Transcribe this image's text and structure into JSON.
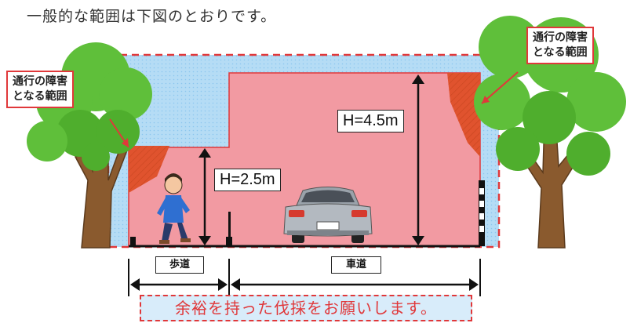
{
  "intro_text": "一般的な範囲は下図のとおりです。",
  "callouts": {
    "left": {
      "line1": "通行の障害",
      "line2": "となる範囲"
    },
    "right": {
      "line1": "通行の障害",
      "line2": "となる範囲"
    }
  },
  "heights": {
    "sidewalk": "H=2.5m",
    "roadway": "H=4.5m"
  },
  "road_labels": {
    "sidewalk": "歩道",
    "roadway": "車道"
  },
  "notice_text": "余裕を持った伐採をお願いします。",
  "colors": {
    "clearance_zone": "#f29aa2",
    "obstruction_zone": "#e0532e",
    "sky_zone": "#a9d8f5",
    "dashed_border": "#e0383a",
    "tree_foliage": "#5fbf3a",
    "tree_trunk": "#8a5a2e"
  },
  "icons": [
    "tree-icon",
    "pedestrian-icon",
    "car-icon",
    "double-arrow-icon"
  ]
}
